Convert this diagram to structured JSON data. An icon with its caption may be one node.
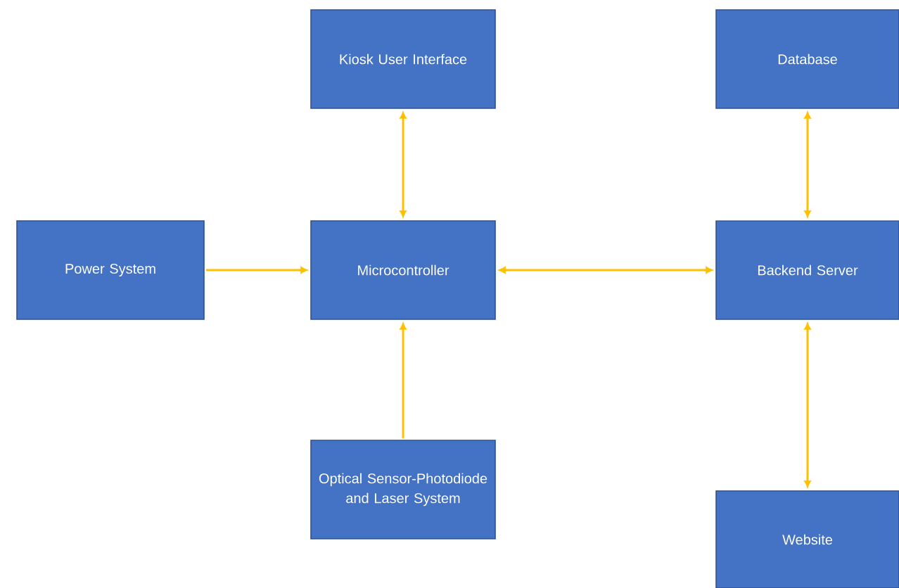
{
  "diagram": {
    "nodes": [
      {
        "text": [
          "Kiosk User Interface"
        ]
      },
      {
        "text": [
          "Database"
        ]
      },
      {
        "text": [
          "Power System"
        ]
      },
      {
        "text": [
          "Microcontroller"
        ]
      },
      {
        "text": [
          "Backend Server"
        ]
      },
      {
        "text": [
          "Optical Sensor-Photodiode and Laser System"
        ]
      },
      {
        "text": [
          "Website"
        ]
      }
    ],
    "edges": [
      {
        "from": 2,
        "to": 3,
        "arrow": "to"
      },
      {
        "from": 0,
        "to": 3,
        "arrow": "both"
      },
      {
        "from": 5,
        "to": 3,
        "arrow": "to"
      },
      {
        "from": 3,
        "to": 4,
        "arrow": "both"
      },
      {
        "from": 1,
        "to": 4,
        "arrow": "both"
      },
      {
        "from": 4,
        "to": 6,
        "arrow": "both"
      }
    ]
  }
}
